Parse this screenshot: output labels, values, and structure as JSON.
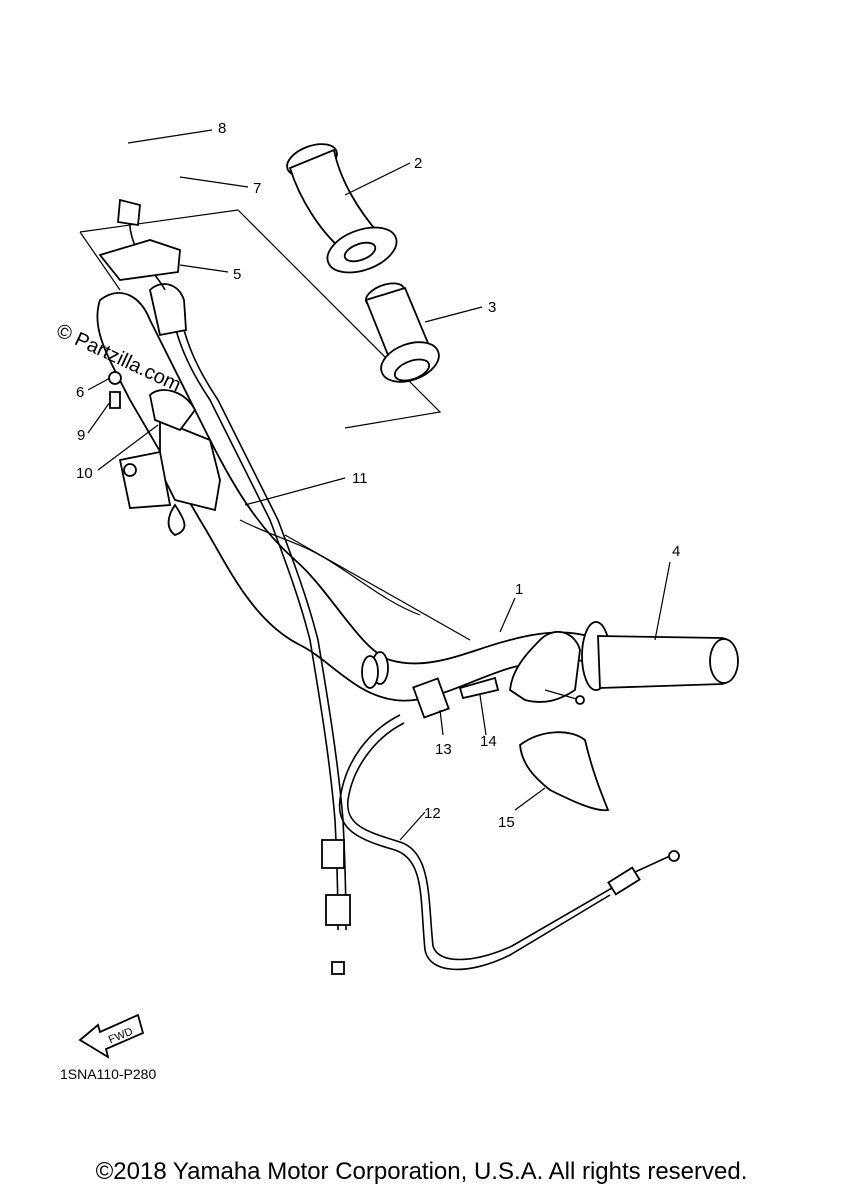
{
  "callouts": [
    {
      "id": "1",
      "label": "1"
    },
    {
      "id": "2",
      "label": "2"
    },
    {
      "id": "3",
      "label": "3"
    },
    {
      "id": "4",
      "label": "4"
    },
    {
      "id": "5",
      "label": "5"
    },
    {
      "id": "6",
      "label": "6"
    },
    {
      "id": "7",
      "label": "7"
    },
    {
      "id": "8",
      "label": "8"
    },
    {
      "id": "9",
      "label": "9"
    },
    {
      "id": "10",
      "label": "10"
    },
    {
      "id": "11",
      "label": "11"
    },
    {
      "id": "12",
      "label": "12"
    },
    {
      "id": "13",
      "label": "13"
    },
    {
      "id": "14",
      "label": "14"
    },
    {
      "id": "15",
      "label": "15"
    }
  ],
  "fwd_arrow_label": "FWD",
  "diagram_code": "1SNA110-P280",
  "watermark": "© Partzilla.com",
  "copyright": "©2018 Yamaha Motor Corporation, U.S.A. All rights reserved."
}
